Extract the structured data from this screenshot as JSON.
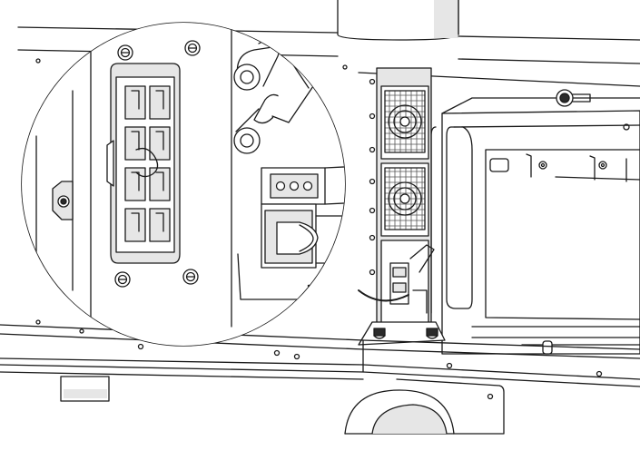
{
  "figure": {
    "type": "technical-line-illustration",
    "style": "black line art on white with light gray fills",
    "stroke_color": "#1a1a1a",
    "shade_light": "#e6e6e6",
    "shade_mid": "#bdbdbd",
    "shade_dark": "#2a2a2a",
    "background": "#ffffff"
  },
  "parts": {
    "fan_grille_count": 2,
    "indicator_hole_count": 3,
    "connector_slot_count": 8,
    "mounting_screw_icons": [
      "screw-icon",
      "screw-icon",
      "screw-icon",
      "screw-icon"
    ],
    "magnified_callout": "circle-detail-view"
  }
}
